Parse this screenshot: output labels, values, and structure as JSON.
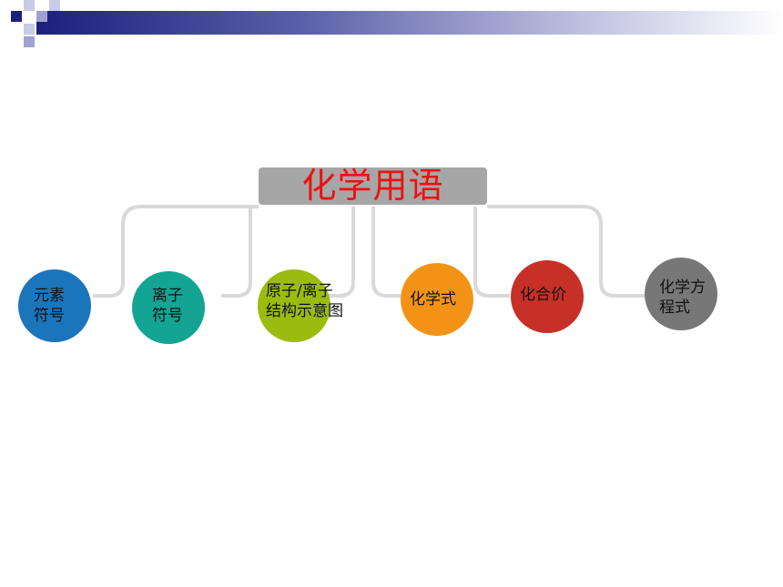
{
  "diagram": {
    "title": "化学用语",
    "title_color": "#ee1111",
    "title_box_color": "#a6a6a6",
    "connector_color": "#d9d9d9",
    "nodes": [
      {
        "id": "element-symbol",
        "label": "元素\n符号",
        "color": "#1b75bb"
      },
      {
        "id": "ion-symbol",
        "label": "离子\n符号",
        "color": "#13a493"
      },
      {
        "id": "structure-diagram",
        "label": "原子/离子\n结构示意图",
        "color": "#9cbb0f"
      },
      {
        "id": "chemical-formula",
        "label": "化学式",
        "color": "#f39316"
      },
      {
        "id": "valence",
        "label": "化合价",
        "color": "#c73026"
      },
      {
        "id": "chemical-equation",
        "label": "化学方\n程式",
        "color": "#777777"
      }
    ]
  },
  "header": {
    "band_color": "#1c1f7e",
    "square_colors": [
      "#1c1f7e",
      "#9fa2cf"
    ]
  }
}
